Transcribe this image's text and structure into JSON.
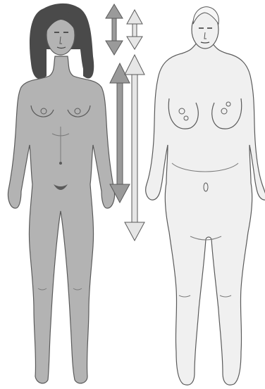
{
  "illustration": {
    "figures": [
      {
        "id": "left",
        "name": "gray-filled-female-figure"
      },
      {
        "id": "right",
        "name": "light-outlined-female-figure"
      }
    ],
    "arrows": [
      {
        "id": "short-dark",
        "direction": "bidirectional-vertical",
        "tone": "dark"
      },
      {
        "id": "short-light",
        "direction": "bidirectional-vertical",
        "tone": "light"
      },
      {
        "id": "long-dark",
        "direction": "bidirectional-vertical",
        "tone": "dark"
      },
      {
        "id": "long-light",
        "direction": "bidirectional-vertical",
        "tone": "light"
      }
    ],
    "colors": {
      "left_fill": "#b3b3b3",
      "left_hair": "#4a4a4a",
      "right_fill": "#f0f0f0",
      "outline": "#5a5a5a",
      "arrow_dark": "#9a9a9a",
      "arrow_light": "#e6e6e6",
      "background": "#ffffff"
    }
  }
}
